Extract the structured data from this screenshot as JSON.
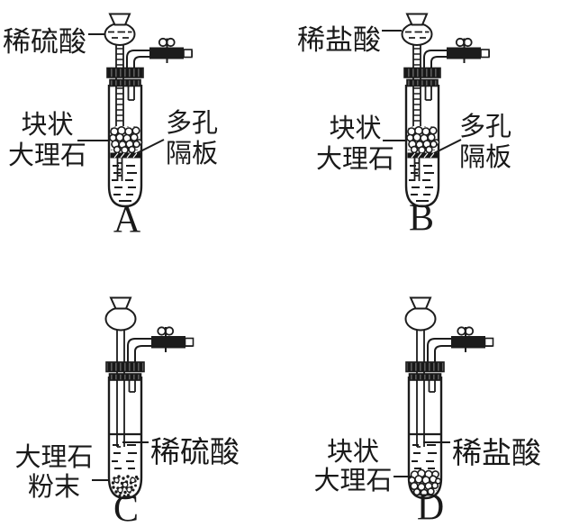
{
  "figure": {
    "ink_color": "#1c1c1c",
    "background_color": "#ffffff",
    "setups": [
      {
        "letter": "A",
        "acid_label": "稀硫酸",
        "solid_line1": "块状",
        "solid_line2": "大理石",
        "plate_line1": "多孔",
        "plate_line2": "隔板"
      },
      {
        "letter": "B",
        "acid_label": "稀盐酸",
        "solid_line1": "块状",
        "solid_line2": "大理石",
        "plate_line1": "多孔",
        "plate_line2": "隔板"
      },
      {
        "letter": "C",
        "acid_label": "稀硫酸",
        "solid_line1": "大理石",
        "solid_line2": "粉末"
      },
      {
        "letter": "D",
        "acid_label": "稀盐酸",
        "solid_line1": "块状",
        "solid_line2": "大理石"
      }
    ]
  }
}
